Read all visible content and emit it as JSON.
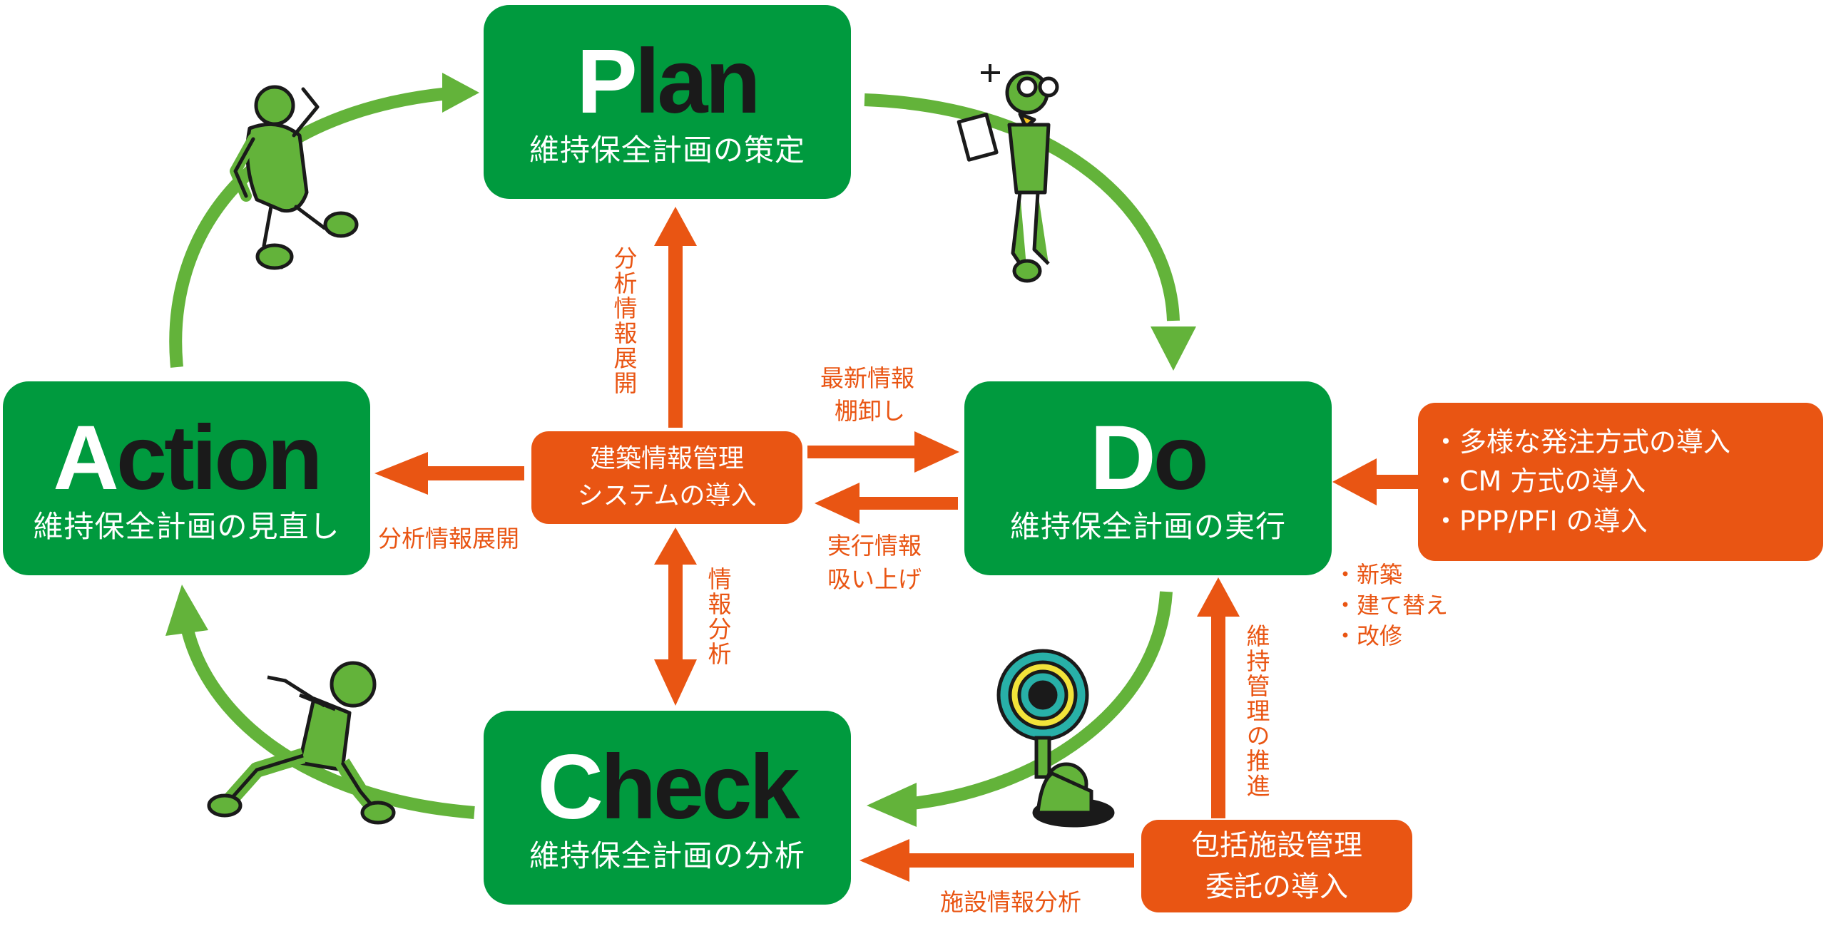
{
  "diagram": {
    "plan": {
      "title_first": "P",
      "title_rest": "lan",
      "subtitle": "維持保全計画の策定"
    },
    "do": {
      "title_first": "D",
      "title_rest": "o",
      "subtitle": "維持保全計画の実行"
    },
    "check": {
      "title_first": "C",
      "title_rest": "heck",
      "subtitle": "維持保全計画の分析"
    },
    "action": {
      "title_first": "A",
      "title_rest": "ction",
      "subtitle": "維持保全計画の見直し"
    },
    "center_box": {
      "line1": "建築情報管理",
      "line2": "システムの導入"
    },
    "bottom_box": {
      "line1": "包括施設管理",
      "line2": "委託の導入"
    },
    "right_box": {
      "items": [
        "・多様な発注方式の導入",
        "・CM 方式の導入",
        "・PPP/PFI の導入"
      ]
    },
    "labels": {
      "center_to_plan": "分析情報展開",
      "center_to_action": "分析情報展開",
      "center_to_do_line1": "最新情報",
      "center_to_do_line2": "棚卸し",
      "do_to_center_line1": "実行情報",
      "do_to_center_line2": "吸い上げ",
      "center_check": "情報分析",
      "bottom_to_do": "維持管理の推進",
      "bottom_to_check": "施設情報分析"
    },
    "do_side_list": [
      "・新築",
      "・建て替え",
      "・改修"
    ]
  },
  "colors": {
    "green_box": "#009a3e",
    "cycle_arrow": "#63b33a",
    "orange": "#e95513",
    "character": "#63b33a",
    "outline": "#1a1a1a"
  },
  "icons": [
    "runner-character",
    "inspector-character",
    "magnifier-character",
    "pointing-character"
  ]
}
